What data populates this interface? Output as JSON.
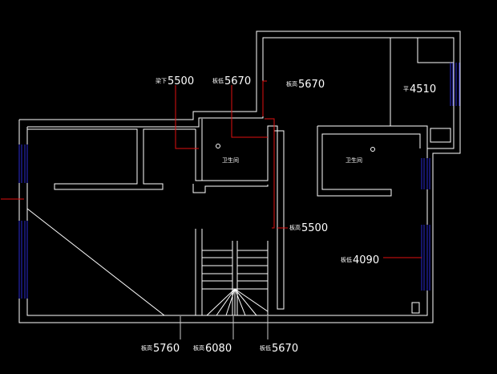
{
  "drawing": {
    "colors": {
      "background": "#000000",
      "wall": "#ffffff",
      "window": "#2a2ad0",
      "leader": "#e01010",
      "dim": "#c8c8c8"
    },
    "annotations": [
      {
        "key": "a1",
        "prefix": "梁下",
        "value": "5500"
      },
      {
        "key": "a2",
        "prefix": "板低",
        "value": "5670"
      },
      {
        "key": "a3",
        "prefix": "板高",
        "value": "5670"
      },
      {
        "key": "a4",
        "prefix": "平",
        "value": "4510"
      },
      {
        "key": "a5",
        "prefix": "板高",
        "value": "5500"
      },
      {
        "key": "a6",
        "prefix": "板低",
        "value": "4090"
      },
      {
        "key": "a7",
        "prefix": "板高",
        "value": "5760"
      },
      {
        "key": "a8",
        "prefix": "板高",
        "value": "6080"
      },
      {
        "key": "a9",
        "prefix": "板低",
        "value": "5670"
      }
    ],
    "rooms": [
      {
        "key": "bath1",
        "name": "卫生间"
      },
      {
        "key": "bath2",
        "name": "卫生间"
      }
    ]
  }
}
